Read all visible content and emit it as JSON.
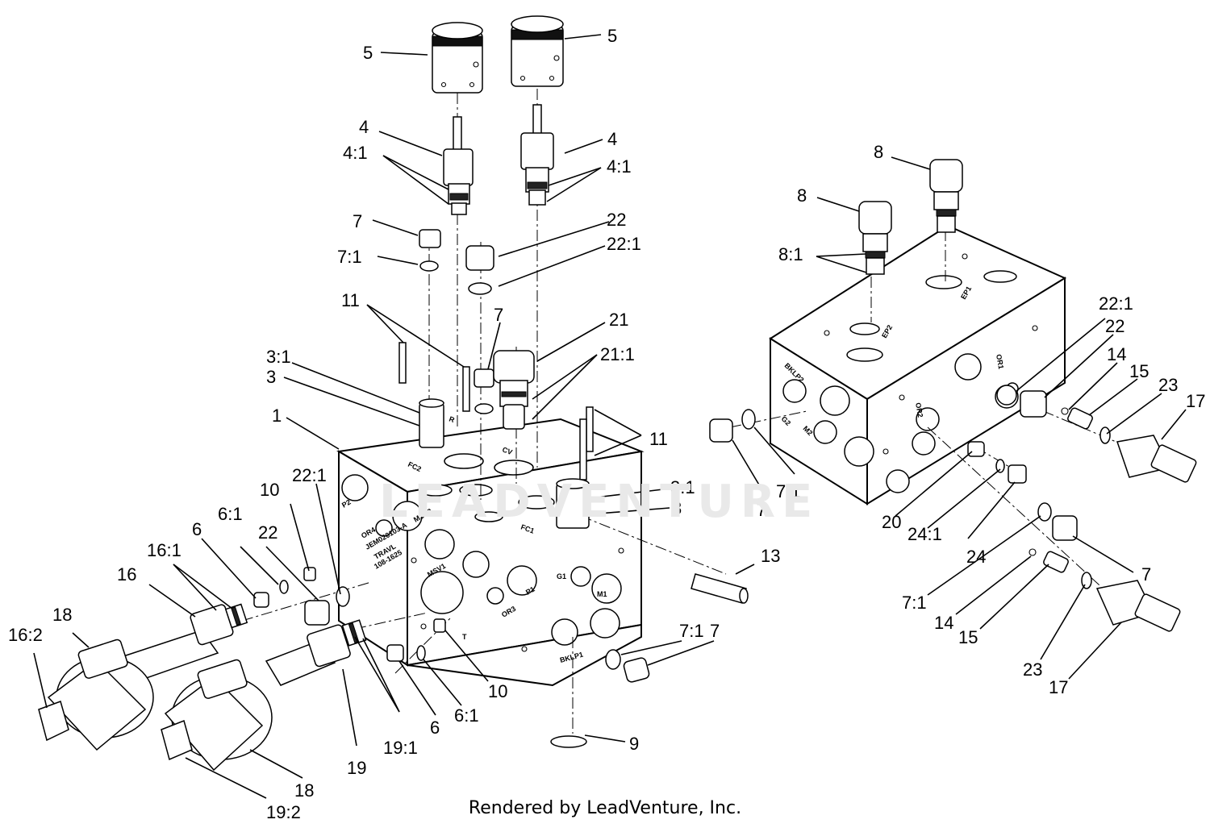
{
  "watermark": "LEADVENTURE",
  "credit": "Rendered by LeadVenture, Inc.",
  "callouts": [
    "5",
    "5",
    "4",
    "4:1",
    "4",
    "4:1",
    "7",
    "7:1",
    "22",
    "22:1",
    "11",
    "7",
    "21",
    "21:1",
    "3:1",
    "3",
    "1",
    "11",
    "3:1",
    "3",
    "22:1",
    "10",
    "6:1",
    "22",
    "6",
    "16:1",
    "16",
    "18",
    "16:2",
    "13",
    "7:1",
    "7",
    "19",
    "19:1",
    "18",
    "19:2",
    "6",
    "6:1",
    "10",
    "9",
    "8",
    "8",
    "8:1",
    "22:1",
    "22",
    "14",
    "15",
    "23",
    "17",
    "7",
    "7:1",
    "20",
    "24:1",
    "24",
    "7",
    "7:1",
    "14",
    "15",
    "23",
    "17"
  ],
  "port_marks": [
    "P2",
    "OR4",
    "JEM020103-A",
    "TRAVL",
    "108-1625",
    "MSV2",
    "MSV1",
    "OR3",
    "P1",
    "G1",
    "M1",
    "T",
    "BKLP1",
    "FC2",
    "FC1",
    "CV",
    "R",
    "BKLP2",
    "M2",
    "G2",
    "OR2",
    "OR1",
    "EP2",
    "EP1"
  ],
  "colors": {
    "line": "#000000",
    "background": "#ffffff",
    "watermark": "#e9e9e9"
  }
}
